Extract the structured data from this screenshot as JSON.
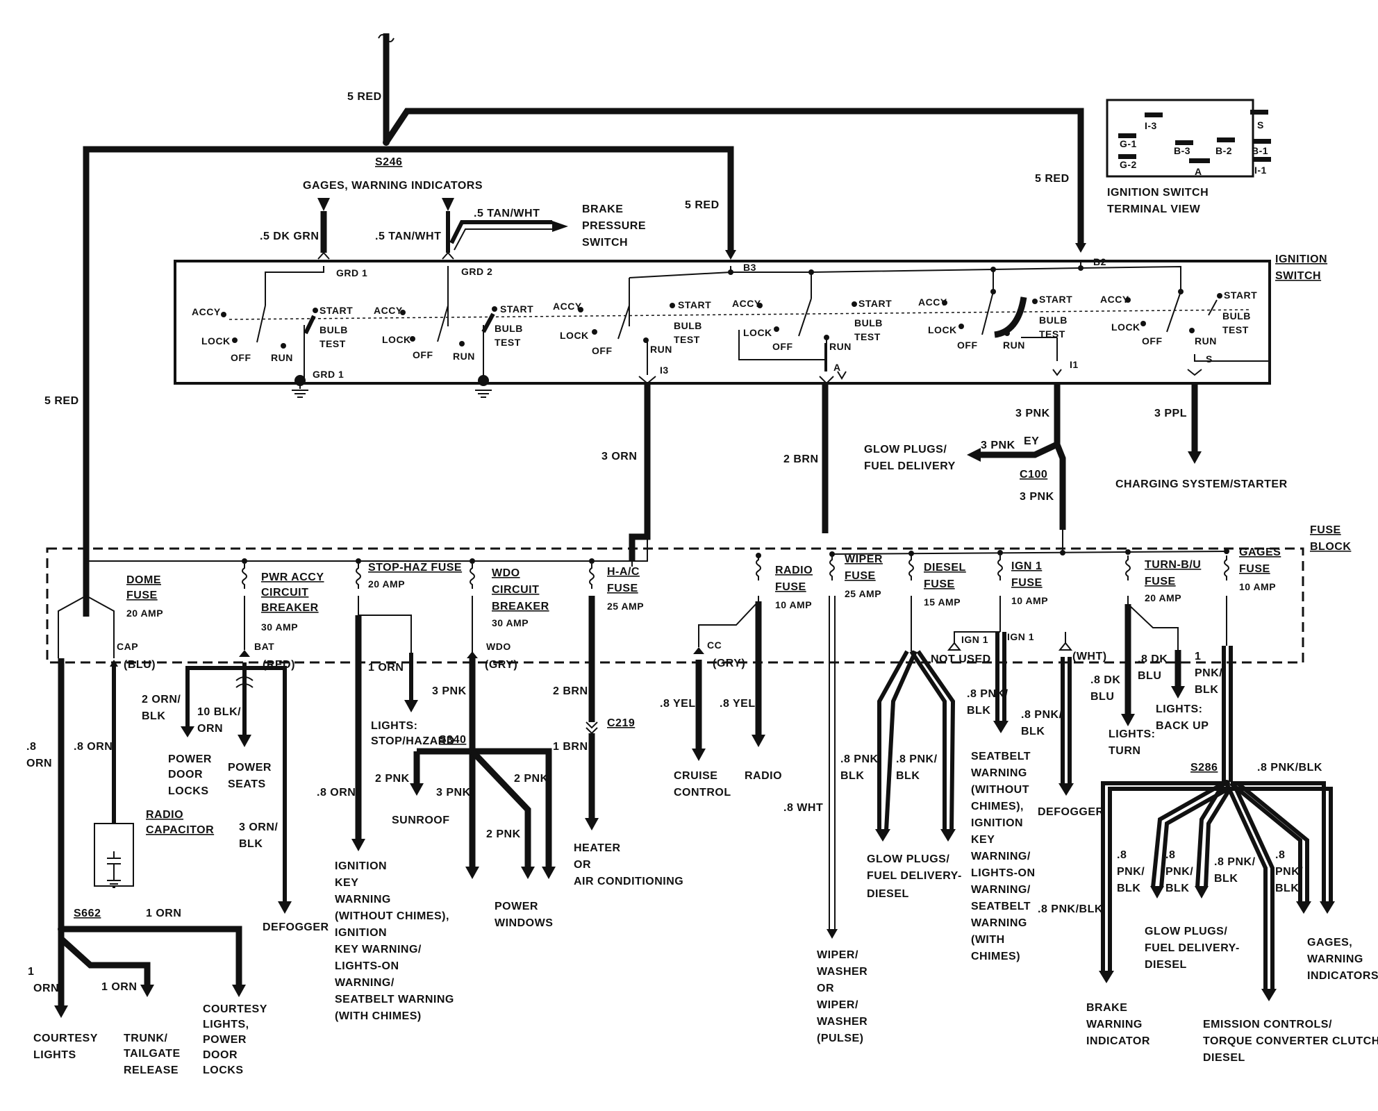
{
  "labels": {
    "red_top": "5 RED",
    "red_left": "5 RED",
    "red_mid": "5 RED",
    "red_right": "5 RED",
    "s246": "S246",
    "gages_warning": "GAGES, WARNING INDICATORS",
    "dk_grn": ".5 DK GRN",
    "tan_wht_left": ".5 TAN/WHT",
    "tan_wht_right": ".5 TAN/WHT",
    "brake_pressure_1": "BRAKE",
    "brake_pressure_2": "PRESSURE",
    "brake_pressure_3": "SWITCH",
    "grd1_top": "GRD 1",
    "grd2_top": "GRD 2",
    "grd1_bottom": "GRD 1",
    "b3": "B3",
    "b2": "B2",
    "i3": "I3",
    "a": "A",
    "i1": "I1",
    "s": "S",
    "ign_switch_1": "IGNITION",
    "ign_switch_2": "SWITCH",
    "ign_term_1": "IGNITION SWITCH",
    "ign_term_2": "TERMINAL VIEW",
    "orn3": "3 ORN",
    "brn2": "2 BRN",
    "pnk3_a": "3 PNK",
    "pnk3_b": "3 PNK",
    "pnk3_c": "3 PNK",
    "ey": "EY",
    "c100": "C100",
    "glow_1": "GLOW PLUGS/",
    "glow_2": "FUEL DELIVERY",
    "ppl3": "3 PPL",
    "charging": "CHARGING SYSTEM/STARTER",
    "fuse_block_1": "FUSE",
    "fuse_block_2": "BLOCK",
    "orn8_left_1": ".8",
    "orn8_left_2": "ORN",
    "orn8_mid": ".8 ORN",
    "orn8_third": ".8 ORN",
    "cap": "CAP",
    "blu": "(BLU)",
    "bat": "BAT",
    "red_paren": "(RED)",
    "orn_blk_1": "2 ORN/",
    "orn_blk_2": "BLK",
    "blk_orn_1": "10 BLK/",
    "blk_orn_2": "ORN",
    "power_door_1": "POWER",
    "power_door_2": "DOOR",
    "power_door_3": "LOCKS",
    "power_seats_1": "POWER",
    "power_seats_2": "SEATS",
    "orn_blk3_1": "3 ORN/",
    "orn_blk3_2": "BLK",
    "defogger_left": "DEFOGGER",
    "radio_cap_1": "RADIO",
    "radio_cap_2": "CAPACITOR",
    "s662": "S662",
    "orn1_a": "1 ORN",
    "orn1_b": "1 ORN",
    "orn1_c_1": "1",
    "orn1_c_2": "ORN",
    "courtesy_1": "COURTESY",
    "courtesy_2": "LIGHTS",
    "trunk_1": "TRUNK/",
    "trunk_2": "TAILGATE",
    "trunk_3": "RELEASE",
    "court_pdl_1": "COURTESY",
    "court_pdl_2": "LIGHTS,",
    "court_pdl_3": "POWER",
    "court_pdl_4": "DOOR",
    "court_pdl_5": "LOCKS",
    "orn1_d": "1 ORN",
    "lights_stop_1": "LIGHTS:",
    "lights_stop_2": "STOP/HAZARD",
    "ikw_1": "IGNITION",
    "ikw_2": "KEY",
    "ikw_3": "WARNING",
    "ikw_4": "(WITHOUT CHIMES),",
    "ikw_5": "IGNITION",
    "ikw_6": "KEY WARNING/",
    "ikw_7": "LIGHTS-ON",
    "ikw_8": "WARNING/",
    "ikw_9": "SEATBELT WARNING",
    "ikw_10": "(WITH CHIMES)",
    "wdo": "WDO",
    "gry_a": "(GRY)",
    "pnk3_d": "3 PNK",
    "s340": "S340",
    "pnk2_a": "2 PNK",
    "pnk3_e": "3 PNK",
    "pnk2_b": "2 PNK",
    "pnk2_c": "2 PNK",
    "sunroof": "SUNROOF",
    "power_win_1": "POWER",
    "power_win_2": "WINDOWS",
    "brn2_b": "2 BRN",
    "c219": "C219",
    "brn1": "1 BRN",
    "heater_1": "HEATER",
    "heater_2": "OR",
    "heater_3": "AIR CONDITIONING",
    "cc": "CC",
    "gry_b": "(GRY)",
    "yel8_a": ".8 YEL",
    "yel8_b": ".8 YEL",
    "cruise_1": "CRUISE",
    "cruise_2": "CONTROL",
    "radio": "RADIO",
    "wht8": ".8 WHT",
    "wiper_1": "WIPER/",
    "wiper_2": "WASHER",
    "wiper_3": "OR",
    "wiper_4": "WIPER/",
    "wiper_5": "WASHER",
    "wiper_6": "(PULSE)",
    "ign1_a": "IGN 1",
    "ign1_b": "IGN 1",
    "not_used": "NOT USED",
    "wht_paren": "(WHT)",
    "pnkblk_a_1": ".8 PNK/",
    "pnkblk_a_2": "BLK",
    "pnkblk_b_1": ".8 PNK/",
    "pnkblk_b_2": "BLK",
    "pnkblk_c_1": ".8 PNK/",
    "pnkblk_c_2": "BLK",
    "pnkblk_d_1": ".8 PNK/",
    "pnkblk_d_2": "BLK",
    "glow_diesel_1": "GLOW PLUGS/",
    "glow_diesel_2": "FUEL DELIVERY-",
    "glow_diesel_3": "DIESEL",
    "sb_1": "SEATBELT",
    "sb_2": "WARNING",
    "sb_3": "(WITHOUT",
    "sb_4": "CHIMES),",
    "sb_5": "IGNITION",
    "sb_6": "KEY",
    "sb_7": "WARNING/",
    "sb_8": "LIGHTS-ON",
    "sb_9": "WARNING/",
    "sb_10": "SEATBELT",
    "sb_11": "WARNING",
    "sb_12": "(WITH",
    "sb_13": "CHIMES)",
    "defogger_right": "DEFOGGER",
    "dkblu_1": ".8 DK",
    "dkblu_2": "BLU",
    "dkblu_3": ".8 DK",
    "dkblu_4": "BLU",
    "lights_turn_1": "LIGHTS:",
    "lights_turn_2": "TURN",
    "pnkblk1_1": "1",
    "pnkblk1_2": "PNK/",
    "pnkblk1_3": "BLK",
    "lights_bu_1": "LIGHTS:",
    "lights_bu_2": "BACK UP",
    "s286": "S286",
    "pnkblk_e": ".8 PNK/BLK",
    "pnkblk_f": ".8 PNK/BLK",
    "p8_1_1": ".8",
    "p8_1_2": "PNK/",
    "p8_1_3": "BLK",
    "p8_2_1": ".8",
    "p8_2_2": "PNK/",
    "p8_2_3": "BLK",
    "p8_3_1": ".8 PNK/",
    "p8_3_2": "BLK",
    "p8_4_1": ".8",
    "p8_4_2": "PNK/",
    "p8_4_3": "BLK",
    "brake_warn_1": "BRAKE",
    "brake_warn_2": "WARNING",
    "brake_warn_3": "INDICATOR",
    "glow_d2_1": "GLOW PLUGS/",
    "glow_d2_2": "FUEL DELIVERY-",
    "glow_d2_3": "DIESEL",
    "emission_1": "EMISSION CONTROLS/",
    "emission_2": "TORQUE CONVERTER CLUTCH-",
    "emission_3": "DIESEL",
    "gages_ind_1": "GAGES,",
    "gages_ind_2": "WARNING",
    "gages_ind_3": "INDICATORS"
  },
  "switch_positions": {
    "accy": "ACCY",
    "lock": "LOCK",
    "off": "OFF",
    "run": "RUN",
    "start": "START",
    "bulb": "BULB",
    "test": "TEST"
  },
  "fuses": [
    {
      "l1": "DOME",
      "l2": "FUSE",
      "amp": "20 AMP"
    },
    {
      "l1": "PWR ACCY",
      "l2": "CIRCUIT",
      "l3": "BREAKER",
      "amp": "30 AMP"
    },
    {
      "l1": "STOP-HAZ FUSE",
      "amp": "20 AMP"
    },
    {
      "l1": "WDO",
      "l2": "CIRCUIT",
      "l3": "BREAKER",
      "amp": "30 AMP"
    },
    {
      "l1": "H-A/C",
      "l2": "FUSE",
      "amp": "25 AMP"
    },
    {
      "l1": "RADIO",
      "l2": "FUSE",
      "amp": "10 AMP"
    },
    {
      "l1": "WIPER",
      "l2": "FUSE",
      "amp": "25 AMP"
    },
    {
      "l1": "DIESEL",
      "l2": "FUSE",
      "amp": "15 AMP"
    },
    {
      "l1": "IGN 1",
      "l2": "FUSE",
      "amp": "10 AMP"
    },
    {
      "l1": "TURN-B/U",
      "l2": "FUSE",
      "amp": "20 AMP"
    },
    {
      "l1": "GAGES",
      "l2": "FUSE",
      "amp": "10 AMP"
    }
  ],
  "terminal_view": [
    "I-3",
    "S",
    "G-1",
    "B-3",
    "B-2",
    "B-1",
    "G-2",
    "A",
    "I-1"
  ]
}
